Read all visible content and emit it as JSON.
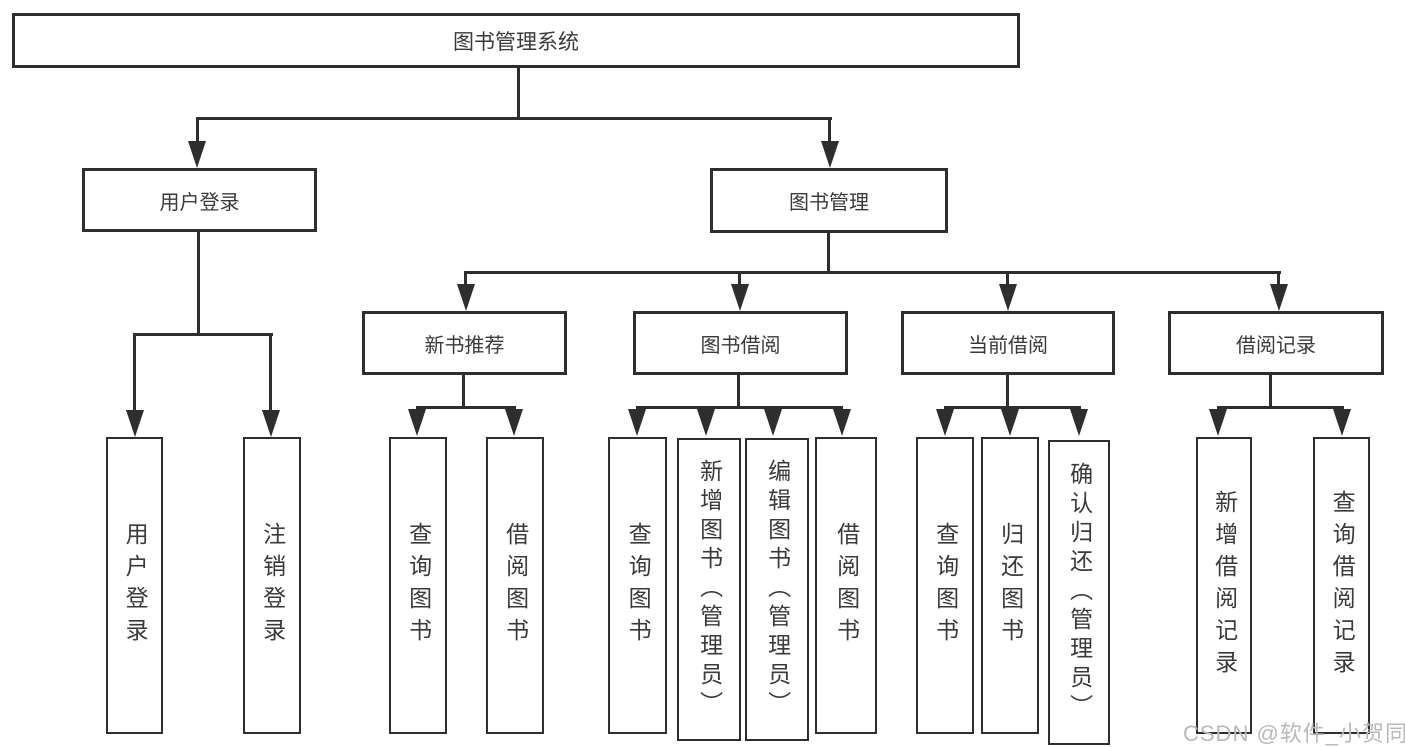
{
  "colors": {
    "line": "#2e2e2e",
    "text": "#3a3a3a",
    "watermark": "#b9b9b9"
  },
  "watermark": {
    "text": "CSDN @软件_小贺同学"
  },
  "diagram": {
    "type": "tree",
    "root": {
      "label": "图书管理系统",
      "children": [
        {
          "label": "用户登录",
          "children": [
            {
              "label": "用户登录"
            },
            {
              "label": "注销登录"
            }
          ]
        },
        {
          "label": "图书管理",
          "children": [
            {
              "label": "新书推荐",
              "children": [
                {
                  "label": "查询图书"
                },
                {
                  "label": "借阅图书"
                }
              ]
            },
            {
              "label": "图书借阅",
              "children": [
                {
                  "label": "查询图书"
                },
                {
                  "label": "新增图书（管理员）"
                },
                {
                  "label": "编辑图书（管理员）"
                },
                {
                  "label": "借阅图书"
                }
              ]
            },
            {
              "label": "当前借阅",
              "children": [
                {
                  "label": "查询图书"
                },
                {
                  "label": "归还图书"
                },
                {
                  "label": "确认归还（管理员）"
                }
              ]
            },
            {
              "label": "借阅记录",
              "children": [
                {
                  "label": "新增借阅记录"
                },
                {
                  "label": "查询借阅记录"
                }
              ]
            }
          ]
        }
      ]
    }
  }
}
